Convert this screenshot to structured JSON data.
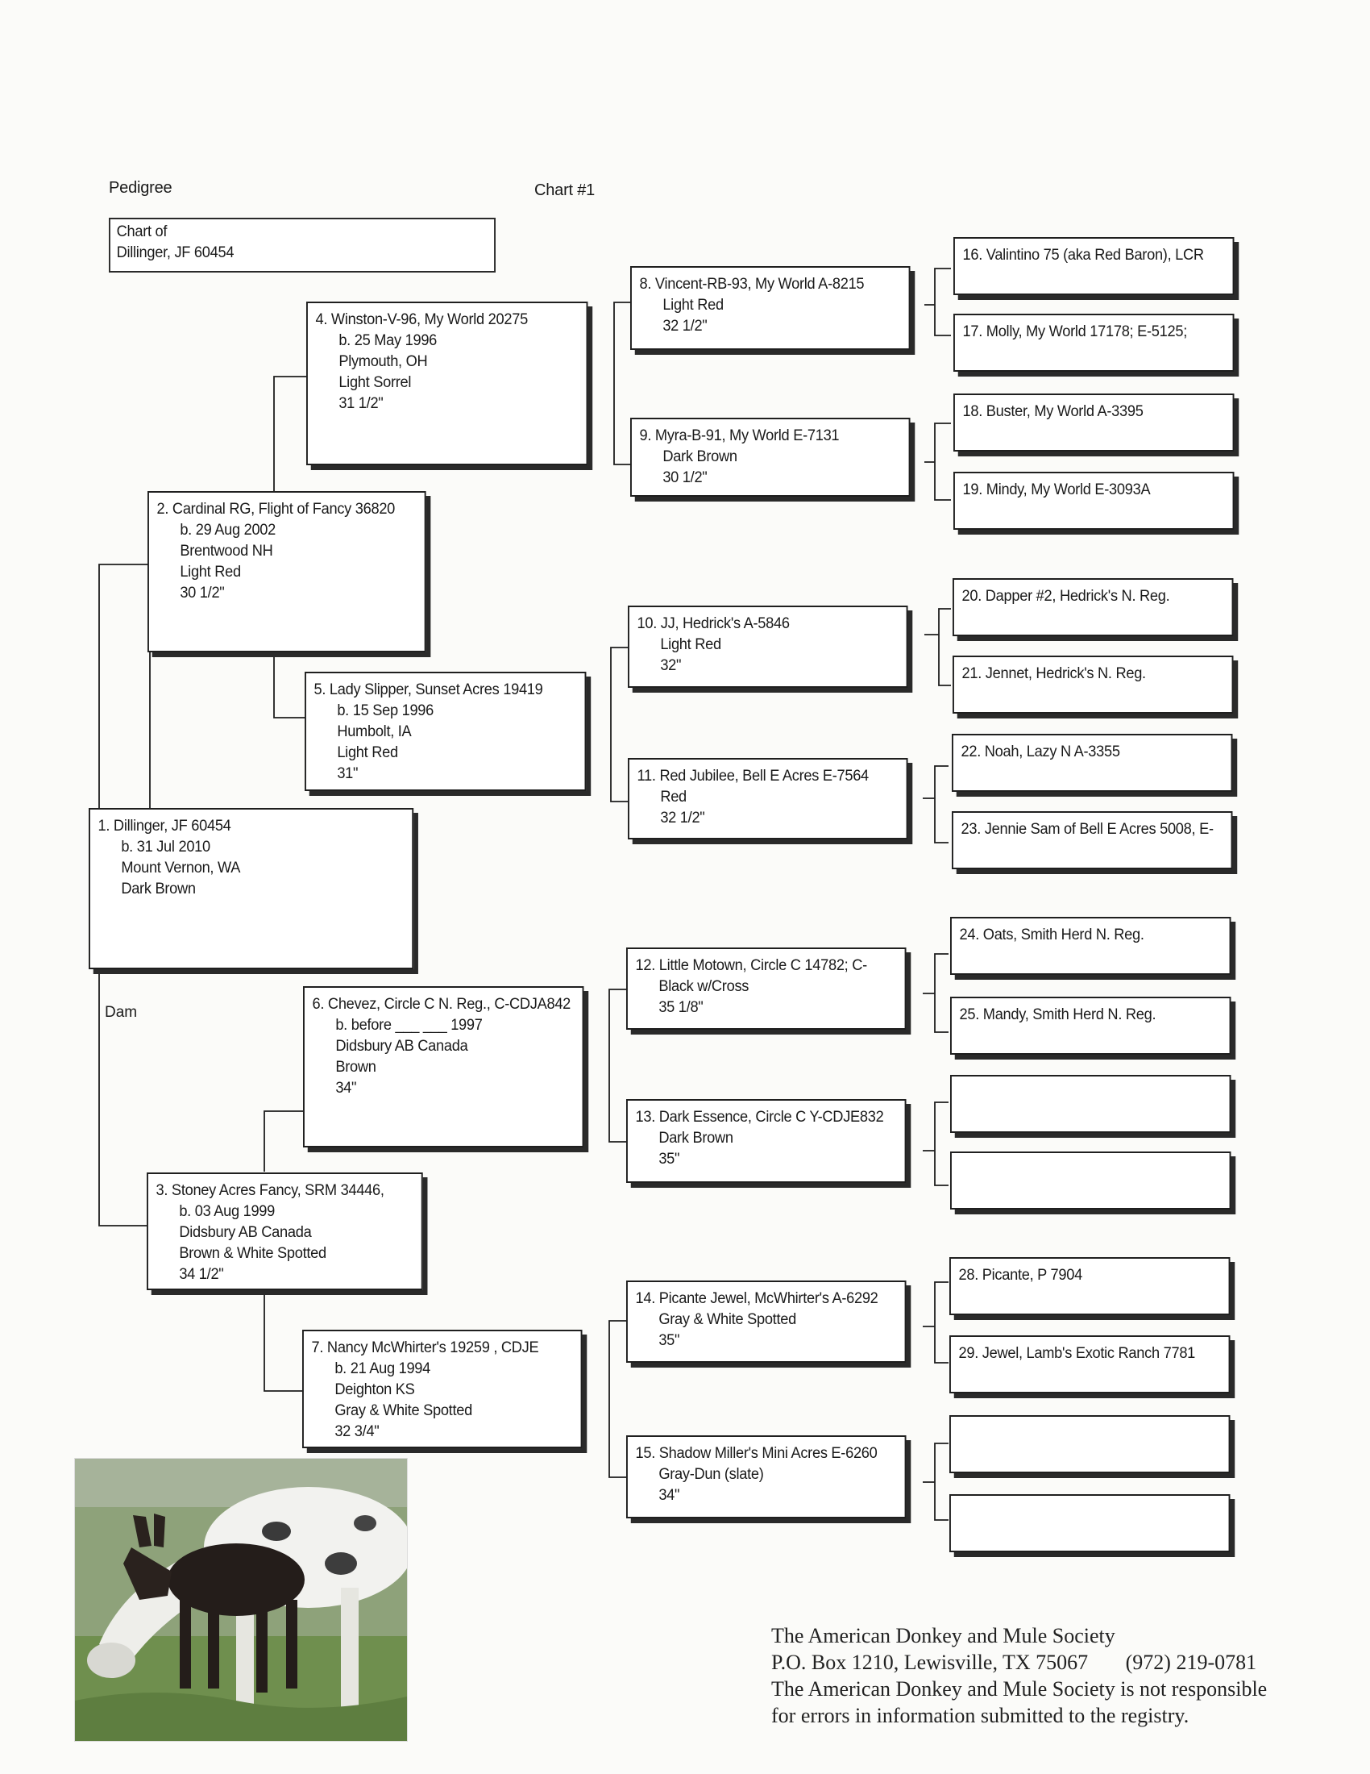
{
  "header": {
    "left": "Pedigree",
    "center": "Chart #1"
  },
  "chart_of": {
    "label": "Chart of",
    "name": "Dillinger, JF 60454"
  },
  "animals": {
    "a1": {
      "title": "1. Dillinger, JF 60454",
      "lines": [
        "b. 31 Jul 2010",
        "Mount Vernon, WA",
        "Dark Brown"
      ]
    },
    "a2": {
      "title": "2. Cardinal RG, Flight of Fancy 36820",
      "lines": [
        "b. 29 Aug 2002",
        "Brentwood NH",
        "Light Red",
        "30 1/2\""
      ]
    },
    "a3": {
      "title": "3. Stoney Acres Fancy, SRM 34446,",
      "lines": [
        "b. 03 Aug 1999",
        "Didsbury AB Canada",
        "Brown & White Spotted",
        "34 1/2\""
      ]
    },
    "a4": {
      "title": "4. Winston-V-96, My World 20275",
      "lines": [
        "b. 25 May 1996",
        "Plymouth, OH",
        "Light Sorrel",
        "31 1/2\""
      ]
    },
    "a5": {
      "title": "5. Lady Slipper, Sunset Acres 19419",
      "lines": [
        "b. 15 Sep 1996",
        "Humbolt, IA",
        "Light Red",
        "31\""
      ]
    },
    "a6": {
      "title": "6. Chevez, Circle C N. Reg., C-CDJA842",
      "lines": [
        "b. before ___ ___ 1997",
        "Didsbury AB Canada",
        "Brown",
        "34\""
      ]
    },
    "a7": {
      "title": "7. Nancy McWhirter's 19259 , CDJE",
      "lines": [
        "b. 21 Aug 1994",
        "Deighton KS",
        "Gray & White Spotted",
        "32 3/4\""
      ]
    },
    "a8": {
      "title": "8. Vincent-RB-93, My World A-8215",
      "lines": [
        "Light Red",
        "32 1/2\""
      ]
    },
    "a9": {
      "title": "9. Myra-B-91, My World E-7131",
      "lines": [
        "Dark Brown",
        "30 1/2\""
      ]
    },
    "a10": {
      "title": "10. JJ, Hedrick's A-5846",
      "lines": [
        "Light Red",
        "32\""
      ]
    },
    "a11": {
      "title": "11. Red Jubilee, Bell E Acres E-7564",
      "lines": [
        "Red",
        "32 1/2\""
      ]
    },
    "a12": {
      "title": "12. Little Motown, Circle C 14782; C-",
      "lines": [
        "Black w/Cross",
        "35 1/8\""
      ]
    },
    "a13": {
      "title": "13. Dark Essence, Circle C Y-CDJE832",
      "lines": [
        "Dark Brown",
        "35\""
      ]
    },
    "a14": {
      "title": "14. Picante Jewel, McWhirter's A-6292",
      "lines": [
        "Gray & White Spotted",
        "35\""
      ]
    },
    "a15": {
      "title": "15. Shadow Miller's Mini Acres E-6260",
      "lines": [
        "Gray-Dun (slate)",
        "34\""
      ]
    },
    "a16": {
      "title": "16. Valintino 75 (aka Red Baron), LCR"
    },
    "a17": {
      "title": "17. Molly, My World 17178; E-5125;"
    },
    "a18": {
      "title": "18. Buster, My World A-3395"
    },
    "a19": {
      "title": "19. Mindy, My World E-3093A"
    },
    "a20": {
      "title": "20. Dapper #2, Hedrick's N. Reg."
    },
    "a21": {
      "title": "21. Jennet, Hedrick's N. Reg."
    },
    "a22": {
      "title": "22. Noah, Lazy N A-3355"
    },
    "a23": {
      "title": "23. Jennie Sam of Bell E Acres 5008, E-"
    },
    "a24": {
      "title": "24. Oats, Smith Herd N. Reg."
    },
    "a25": {
      "title": "25. Mandy, Smith Herd N. Reg."
    },
    "a26": {
      "title": ""
    },
    "a27": {
      "title": ""
    },
    "a28": {
      "title": "28. Picante, P 7904"
    },
    "a29": {
      "title": "29. Jewel, Lamb's Exotic Ranch 7781"
    },
    "a30": {
      "title": ""
    },
    "a31": {
      "title": ""
    }
  },
  "dam_label": "Dam",
  "footer": {
    "org": "The American Donkey and Mule Society",
    "address": "P.O. Box 1210, Lewisville, TX 75067",
    "phone": "(972) 219-0781",
    "disclaimer1": "The American Donkey and Mule Society is not responsible",
    "disclaimer2": "for errors in information submitted to the registry."
  },
  "colors": {
    "border": "#1f1f1f",
    "shadow": "#2a2a2a",
    "paper": "#fbfbf9"
  }
}
